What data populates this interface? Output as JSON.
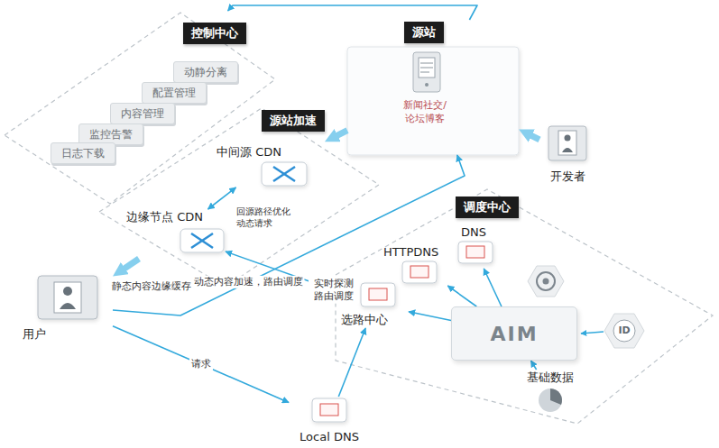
{
  "diagram": {
    "nodes": [
      {
        "text": [
          "控制中心"
        ]
      },
      {
        "text": [
          "动静分离"
        ],
        "in": 0
      },
      {
        "text": [
          "配置管理"
        ],
        "in": 0
      },
      {
        "text": [
          "内容管理"
        ],
        "in": 0
      },
      {
        "text": [
          "监控告警"
        ],
        "in": 0
      },
      {
        "text": [
          "日志下载"
        ],
        "in": 0
      },
      {
        "text": [
          "源站"
        ]
      },
      {
        "text": [
          "新闻社交/论坛博客"
        ],
        "in": 6
      },
      {
        "text": [
          "开发者"
        ]
      },
      {
        "text": [
          "源站加速"
        ]
      },
      {
        "text": [
          "中间源 CDN"
        ],
        "in": 9
      },
      {
        "text": [
          "边缘节点 CDN"
        ],
        "in": 9
      },
      {
        "text": [
          "用户"
        ]
      },
      {
        "text": [
          "调度中心"
        ]
      },
      {
        "text": [
          "DNS"
        ],
        "in": 13
      },
      {
        "text": [
          "HTTPDNS"
        ],
        "in": 13
      },
      {
        "text": [
          "选路中心"
        ],
        "in": 13
      },
      {
        "text": [
          "AIM"
        ],
        "in": 13
      },
      {
        "text": [
          "基础数据"
        ],
        "in": 13
      },
      {
        "text": [
          "Local DNS"
        ]
      }
    ],
    "edges": [
      {
        "from": 6,
        "to": 0,
        "arrow": "to"
      },
      {
        "from": 8,
        "to": 6,
        "arrow": "to"
      },
      {
        "from": 6,
        "to": 9,
        "arrow": "to"
      },
      {
        "from": 10,
        "to": 11,
        "arrow": "both"
      },
      {
        "from": 11,
        "to": 12,
        "label": "静态内容边缘缓存",
        "arrow": "to"
      },
      {
        "from": 12,
        "to": 6,
        "label": "动态内容加速，路由调度",
        "arrow": "to"
      },
      {
        "from": 12,
        "to": 19,
        "label": "请求",
        "arrow": "to"
      },
      {
        "from": 19,
        "to": 16,
        "arrow": "to"
      },
      {
        "from": 16,
        "to": 11,
        "label": "实时探测 路由调度",
        "arrow": "to"
      },
      {
        "from": 17,
        "to": 14,
        "arrow": "to"
      },
      {
        "from": 17,
        "to": 15,
        "arrow": "to"
      },
      {
        "from": 17,
        "to": 16,
        "arrow": "to"
      },
      {
        "from": 18,
        "to": 17,
        "arrow": "to"
      }
    ],
    "labels": [
      "回源路径优化 动态请求",
      "ID"
    ]
  }
}
